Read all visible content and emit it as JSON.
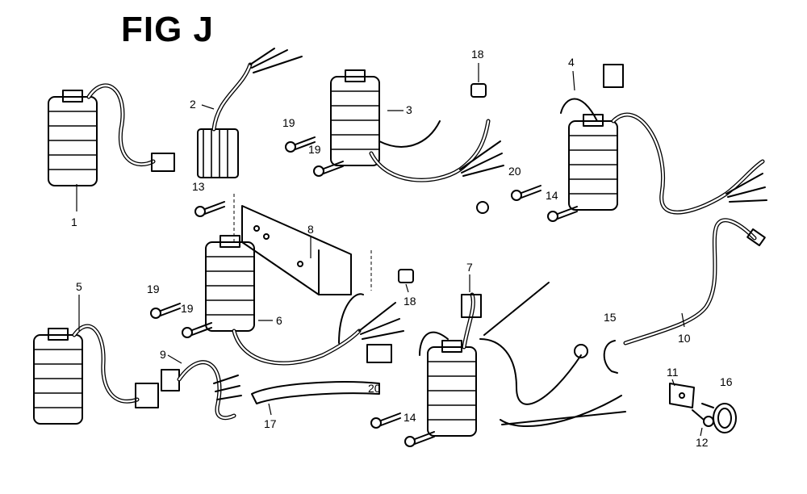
{
  "title": "FIG J",
  "callouts": {
    "c1": "1",
    "c2": "2",
    "c3": "3",
    "c4": "4",
    "c5": "5",
    "c6": "6",
    "c7": "7",
    "c8": "8",
    "c9": "9",
    "c10": "10",
    "c11": "11",
    "c12": "12",
    "c13": "13",
    "c14a": "14",
    "c14b": "14",
    "c15": "15",
    "c16": "16",
    "c17": "17",
    "c18a": "18",
    "c18b": "18",
    "c19a": "19",
    "c19b": "19",
    "c19c": "19",
    "c19d": "19",
    "c20a": "20",
    "c20b": "20"
  }
}
